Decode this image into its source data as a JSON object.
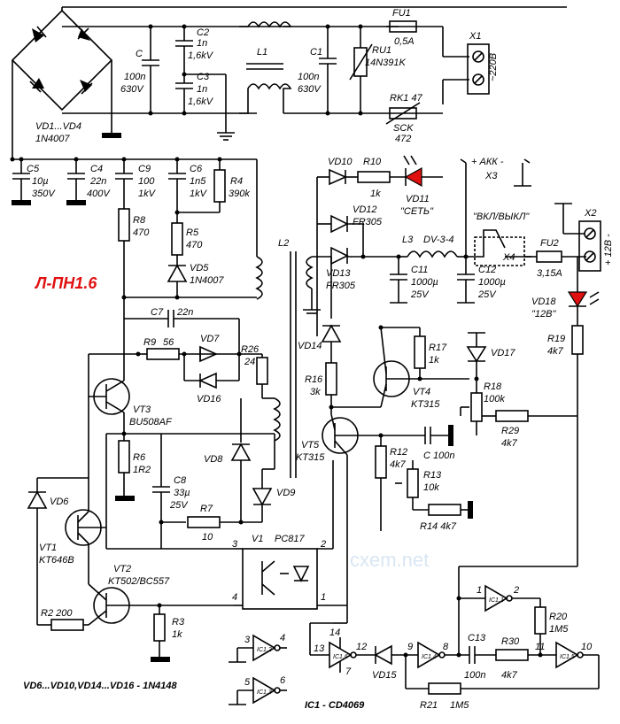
{
  "title": "Л-ПН1.6",
  "watermark": "cxem.net",
  "labels": {
    "vd1_vd4": "VD1...VD4",
    "vd1_vd4_type": "1N4007",
    "c": "C",
    "c_val1": "100n",
    "c_val2": "630V",
    "c2": "C2",
    "c2_val1": "1n",
    "c2_val2": "1,6kV",
    "c3": "C3",
    "c3_val1": "1n",
    "c3_val2": "1,6kV",
    "l1": "L1",
    "c1": "C1",
    "c1_val1": "100n",
    "c1_val2": "630V",
    "ru1": "RU1",
    "ru1_val": "14N391K",
    "fu1": "FU1",
    "fu1_val": "0,5A",
    "x1": "X1",
    "x1_val": "~220B",
    "rk1": "RK1 47",
    "rk1_val1": "SCK",
    "rk1_val2": "472",
    "c5": "C5",
    "c5_val1": "10µ",
    "c5_val2": "350V",
    "c4": "C4",
    "c4_val1": "22n",
    "c4_val2": "400V",
    "c9": "C9",
    "c9_val1": "100",
    "c9_val2": "1kV",
    "c6": "C6",
    "c6_val1": "1n5",
    "c6_val2": "1kV",
    "r4": "R4",
    "r4_val": "390k",
    "vd10": "VD10",
    "r10": "R10",
    "r10_val": "1k",
    "vd11": "VD11",
    "vd11_val": "\"СЕТЬ\"",
    "akk": "+ АКК -",
    "x3": "X3",
    "r8": "R8",
    "r8_val": "470",
    "r5": "R5",
    "r5_val": "470",
    "vd5": "VD5",
    "vd5_val": "1N4007",
    "vd12": "VD12",
    "vd12_val": "FR305",
    "vd13": "VD13",
    "vd13_val": "FR305",
    "l2": "L2",
    "l3": "L3",
    "l3_val": "DV-3-4",
    "c11": "C11",
    "c11_val1": "1000µ",
    "c11_val2": "25V",
    "c12": "C12",
    "c12_val1": "1000µ",
    "c12_val2": "25V",
    "switch": "\"ВКЛ/ВЫКЛ\"",
    "x4": "X4",
    "fu2": "FU2",
    "fu2_val": "3,15A",
    "x2": "X2",
    "x2_val": "+ 12В -",
    "vd18": "VD18",
    "vd18_val": "\"12В\"",
    "r19": "R19",
    "r19_val": "4k7",
    "c7": "C7",
    "c7_val": "22n",
    "r9": "R9",
    "r9_val": "56",
    "vd7": "VD7",
    "vd16": "VD16",
    "r26": "R26",
    "r26_val": "24",
    "vd14": "VD14",
    "r17": "R17",
    "r17_val": "1k",
    "vd17": "VD17",
    "vt3": "VT3",
    "vt3_val": "BU508AF",
    "r16": "R16",
    "r16_val": "3k",
    "vt4": "VT4",
    "vt4_val": "KT315",
    "r18": "R18",
    "r18_val": "100k",
    "r29": "R29",
    "r29_val": "4k7",
    "vt5": "VT5",
    "vt5_val": "KT315",
    "r12": "R12",
    "r12_val": "4k7",
    "c_100n": "C 100n",
    "r6": "R6",
    "r6_val": "1R2",
    "vd8": "VD8",
    "c8": "C8",
    "c8_val1": "33µ",
    "c8_val2": "25V",
    "vd9": "VD9",
    "r13": "R13",
    "r13_val": "10k",
    "vd6": "VD6",
    "r14": "R14 4k7",
    "vt1": "VT1",
    "vt1_val": "KT646B",
    "r7": "R7",
    "r7_val": "10",
    "v1": "V1",
    "v1_val": "PC817",
    "pin3": "3",
    "pin2": "2",
    "pin4": "4",
    "pin1": "1",
    "vt2": "VT2",
    "vt2_val": "KT502/BC557",
    "r2": "R2 200",
    "r3": "R3",
    "r3_val": "1k",
    "ic11": "IC1.1",
    "ic12": "IC1.2",
    "ic13": "IC1.3",
    "ic14": "IC1.4",
    "ic15": "IC1.5",
    "ic16": "IC1.6",
    "n1": "1",
    "n2": "2",
    "n3": "3",
    "n4": "4",
    "n5": "5",
    "n6": "6",
    "n7": "7",
    "n8": "8",
    "n9": "9",
    "n10": "10",
    "n11": "11",
    "n12": "12",
    "n13": "13",
    "n14": "14",
    "r20": "R20",
    "r20_val": "1M5",
    "c13": "C13",
    "c13_val": "100n",
    "r30": "R30",
    "r30_val": "4k7",
    "vd15": "VD15",
    "r21": "R21",
    "r21_val": "1M5",
    "note": "VD6...VD10,VD14...VD16 - 1N4148",
    "ic_note": "IC1 - CD4069"
  }
}
